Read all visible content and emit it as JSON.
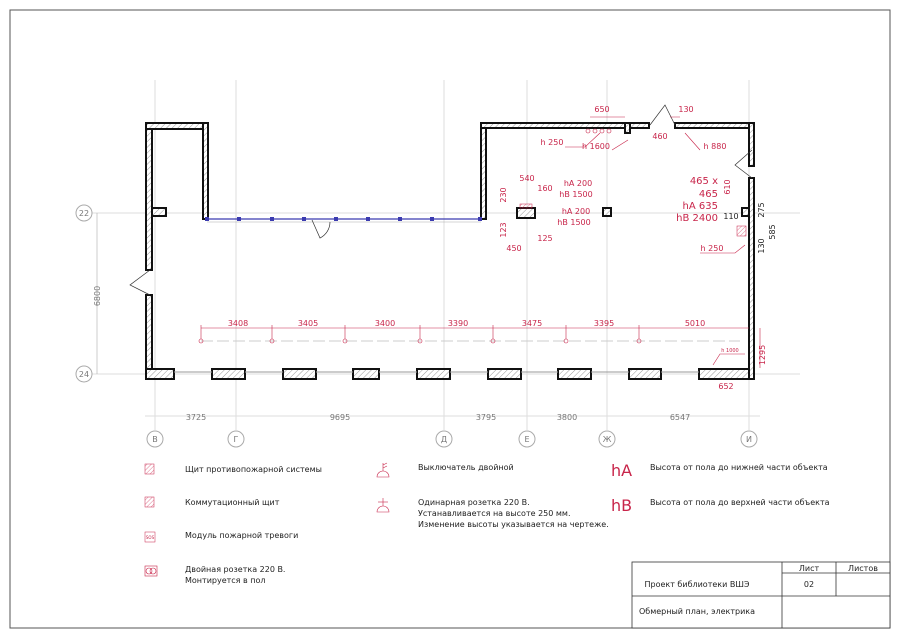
{
  "axes": {
    "columns": [
      "В",
      "Г",
      "Д",
      "Е",
      "Ж",
      "И"
    ],
    "rows": [
      "22",
      "24"
    ],
    "row_span": "6800"
  },
  "bottom_dims": [
    "3725",
    "9695",
    "3795",
    "3800",
    "6547"
  ],
  "socket_dims": [
    "3408",
    "3405",
    "3400",
    "3390",
    "3475",
    "3395",
    "5010"
  ],
  "annotations": {
    "top_650": "650",
    "top_130": "130",
    "top_460": "460",
    "h250_top": "h 250",
    "h1600": "h 1600",
    "h880": "h 880",
    "d540": "540",
    "d160": "160",
    "d230": "230",
    "d123": "123",
    "d125": "125",
    "d450": "450",
    "hA200_1": "hA 200",
    "hB1500_1": "hB 1500",
    "hA200_2": "hA 200",
    "hB1500_2": "hB 1500",
    "size_a": "465 x",
    "size_b": "465",
    "hA635": "hA 635",
    "hB2400": "hB 2400",
    "d610": "610",
    "d110": "110",
    "d275": "275",
    "d585": "585",
    "d130": "130",
    "h250_right": "h 250",
    "h1000": "h 1000",
    "d1295": "1295",
    "d652": "652"
  },
  "legend": {
    "fire_panel": "Щит противопожарной системы",
    "switch_panel": "Коммутационный щит",
    "fire_alarm": "Модуль пожарной тревоги",
    "sos": "SOS",
    "double_socket_1": "Двойная розетка 220 В.",
    "double_socket_2": "Монтируется в пол",
    "double_switch": "Выключатель двойной",
    "single_socket_1": "Одинарная розетка 220 В.",
    "single_socket_2": "Устанавливается на высоте 250 мм.",
    "single_socket_3": "Изменение высоты указывается на чертеже.",
    "hA_symbol": "hA",
    "hA_text": "Высота от пола до нижней части объекта",
    "hB_symbol": "hB",
    "hB_text": "Высота от пола до верхней части объекта"
  },
  "title_block": {
    "sheet_label": "Лист",
    "sheets_label": "Листов",
    "project": "Проект библиотеки ВШЭ",
    "sheet_number": "02",
    "drawing_title": "Обмерный план, электрика"
  },
  "colors": {
    "accent": "#c8254a",
    "wall": "#111111",
    "line": "#3b3bb0"
  }
}
